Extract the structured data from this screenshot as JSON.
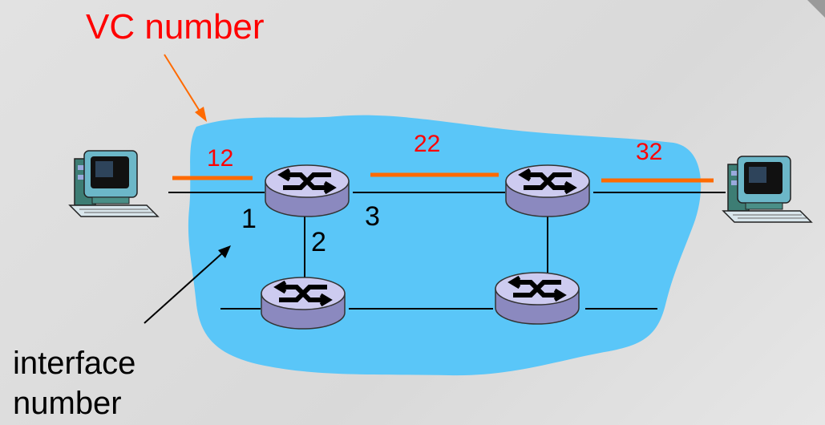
{
  "labels": {
    "vc_number_title": "VC number",
    "interface_number_title_line1": "interface",
    "interface_number_title_line2": "number"
  },
  "vc_numbers": [
    "12",
    "22",
    "32"
  ],
  "interface_numbers": [
    "1",
    "2",
    "3"
  ],
  "colors": {
    "cloud": "#5ac6f8",
    "vc_segment": "#ff6a00",
    "vc_text": "#ff0000",
    "router_body": "#c9c7ec",
    "background": "#dddddd"
  },
  "icons": {
    "hosts": [
      "computer-icon",
      "computer-icon"
    ],
    "routers": [
      "router-icon",
      "router-icon",
      "router-icon",
      "router-icon"
    ]
  }
}
